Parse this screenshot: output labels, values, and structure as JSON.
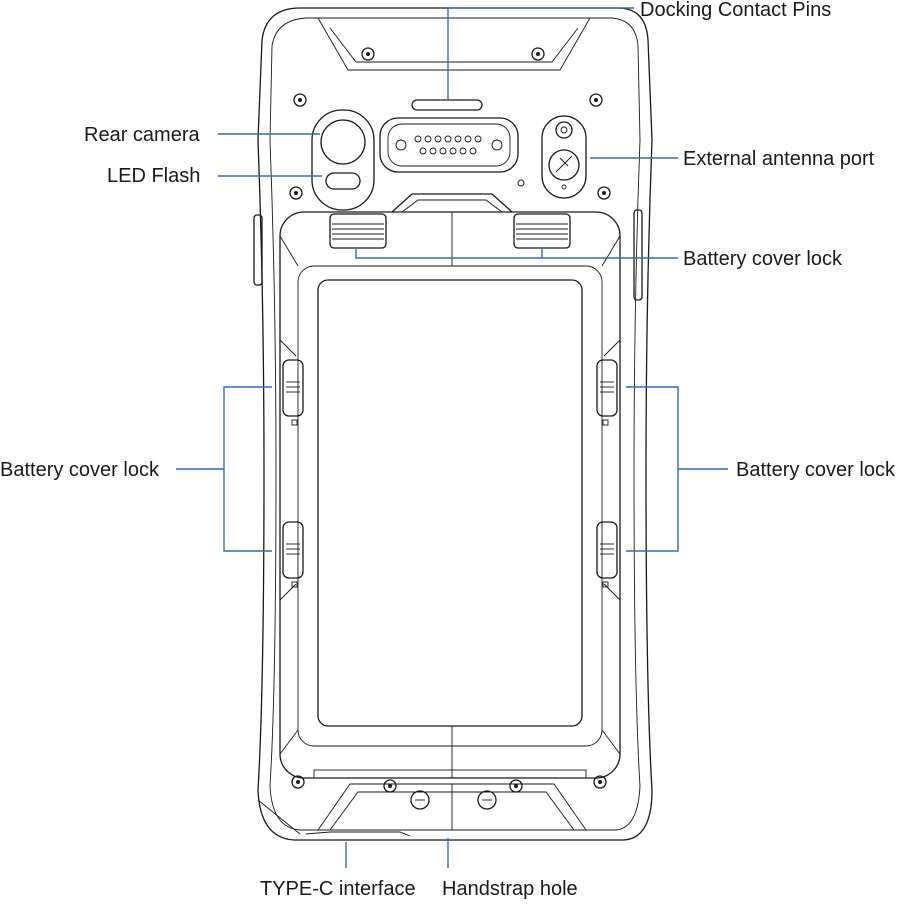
{
  "labels": {
    "docking_contact_pins": "Docking Contact Pins",
    "rear_camera": "Rear camera",
    "led_flash": "LED Flash",
    "external_antenna_port": "External antenna port",
    "battery_cover_lock_top": "Battery cover lock",
    "battery_cover_lock_left": "Battery cover lock",
    "battery_cover_lock_right": "Battery cover lock",
    "type_c_interface": "TYPE-C interface",
    "handstrap_hole": "Handstrap hole"
  },
  "colors": {
    "leader_line": "#2f6db5",
    "outline": "#1a1a1a",
    "background": "#ffffff"
  }
}
